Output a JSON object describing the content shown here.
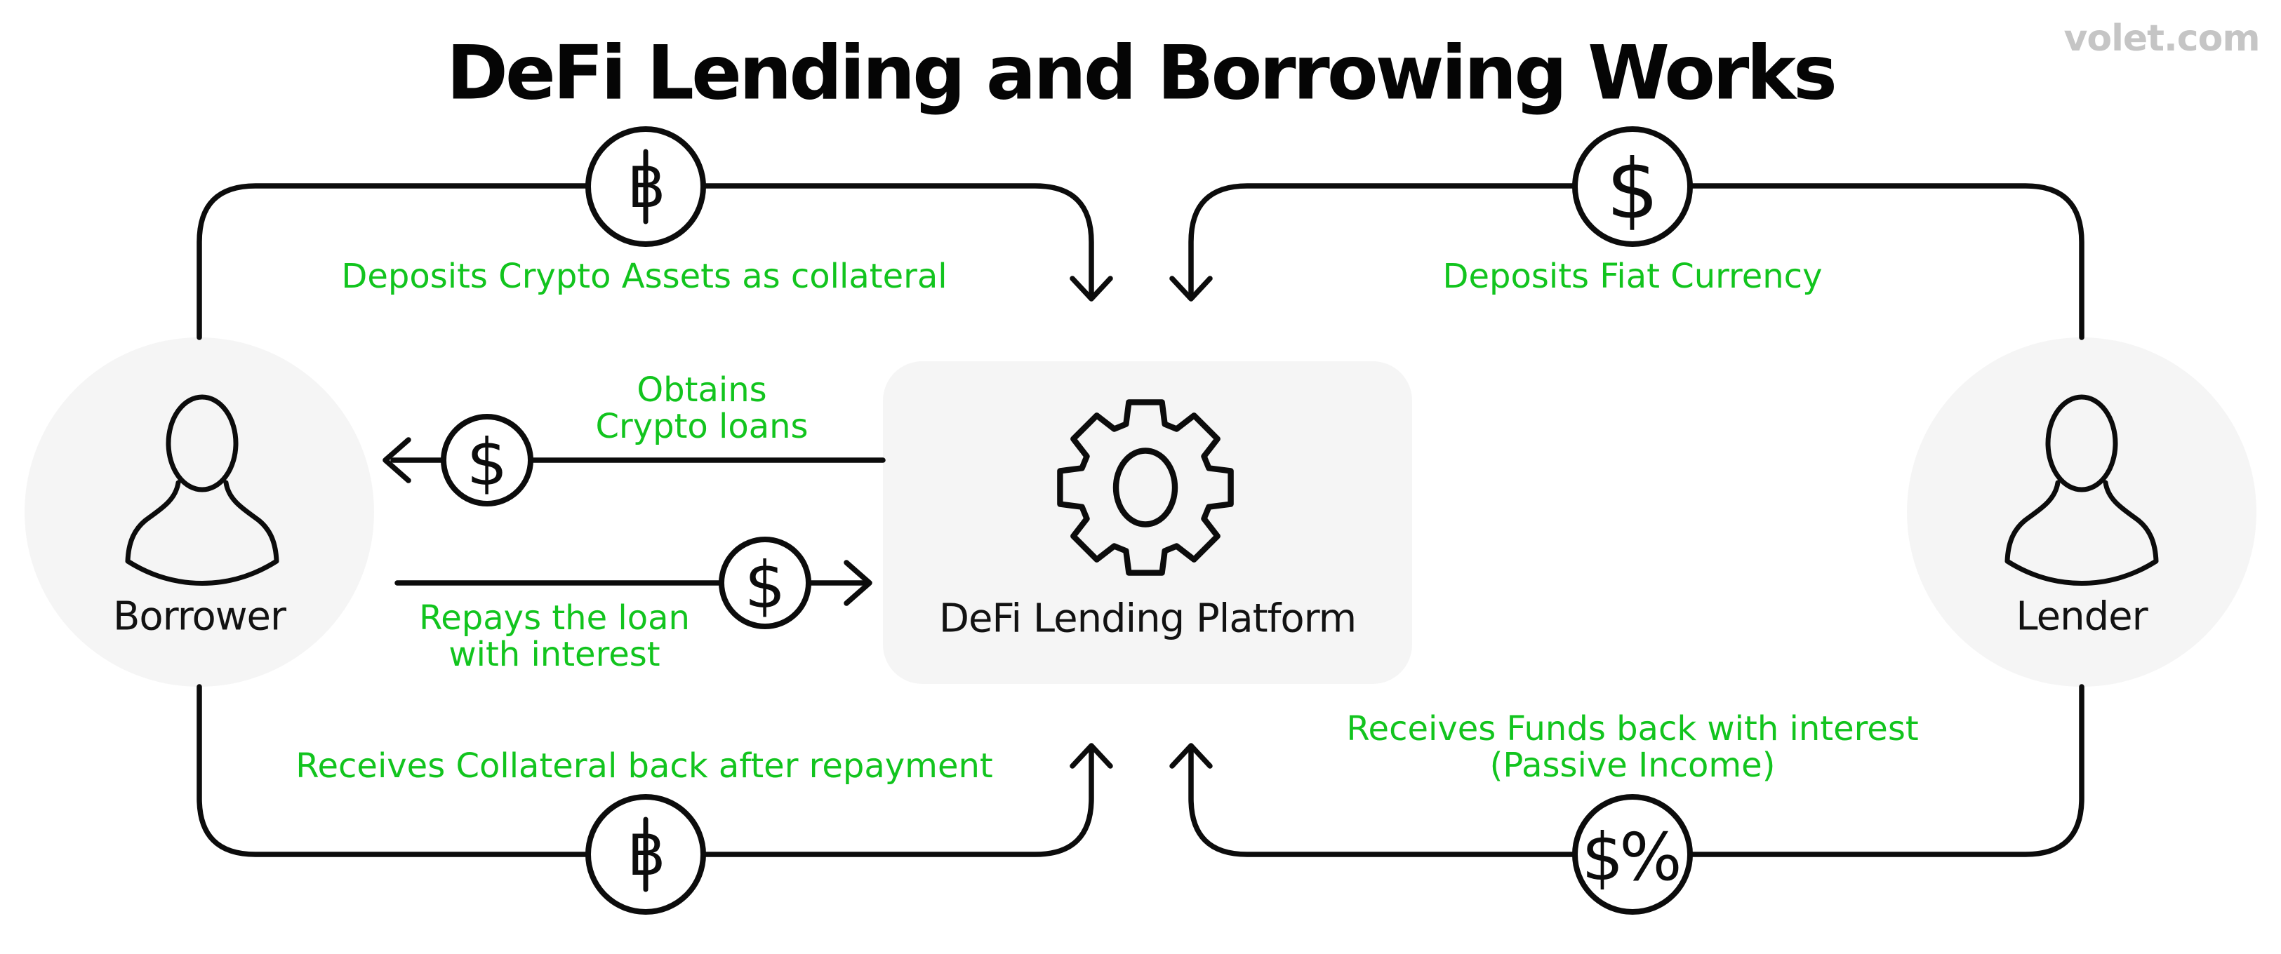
{
  "title": "DeFi Lending and Borrowing Works",
  "watermark": "volet.com",
  "colors": {
    "accent_green": "#12c41e",
    "node_fill": "#f5f5f5",
    "line_black": "#0c0c0c",
    "watermark_gray": "#c5c5c5"
  },
  "nodes": {
    "borrower": {
      "label": "Borrower"
    },
    "platform": {
      "label": "DeFi Lending Platform"
    },
    "lender": {
      "label": "Lender"
    }
  },
  "flows": {
    "deposits_crypto": {
      "label": "Deposits Crypto Assets as collateral",
      "icon": "bitcoin-icon",
      "icon_glyph": "B"
    },
    "deposits_fiat": {
      "label": "Deposits Fiat Currency",
      "icon": "dollar-icon",
      "icon_glyph": "$"
    },
    "obtains_loans": {
      "line1": "Obtains",
      "line2": "Crypto loans",
      "icon": "dollar-icon",
      "icon_glyph": "$"
    },
    "repays_loan": {
      "line1": "Repays the loan",
      "line2": "with interest",
      "icon": "dollar-icon",
      "icon_glyph": "$"
    },
    "receives_collateral": {
      "label": "Receives Collateral back after repayment",
      "icon": "bitcoin-icon",
      "icon_glyph": "B"
    },
    "receives_funds": {
      "line1": "Receives Funds back with interest",
      "line2": "(Passive Income)",
      "icon": "dollar-percent-icon",
      "icon_glyph": "$%"
    }
  }
}
